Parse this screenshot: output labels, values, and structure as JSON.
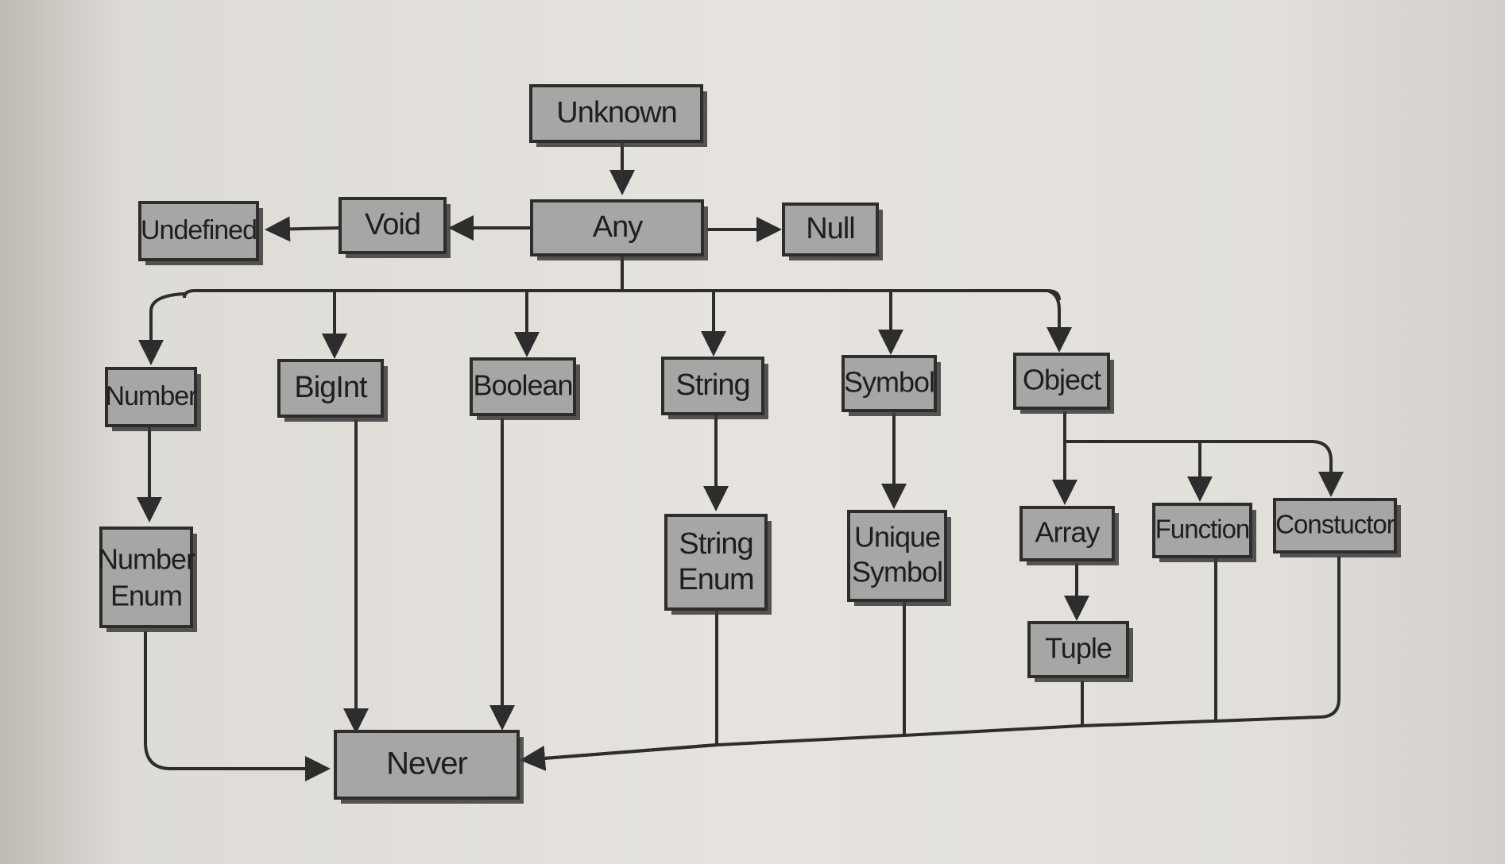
{
  "diagram": {
    "nodes": {
      "unknown": "Unknown",
      "any": "Any",
      "void": "Void",
      "undefined": "Undefined",
      "null": "Null",
      "number": "Number",
      "bigint": "BigInt",
      "boolean": "Boolean",
      "string": "String",
      "symbol": "Symbol",
      "object": "Object",
      "number_enum_1": "Number",
      "number_enum_2": "Enum",
      "string_enum_1": "String",
      "string_enum_2": "Enum",
      "unique_symbol_1": "Unique",
      "unique_symbol_2": "Symbol",
      "array": "Array",
      "function": "Function",
      "constructor": "Constuctor",
      "tuple": "Tuple",
      "never": "Never"
    },
    "colors": {
      "node_fill": "#a6a6a4",
      "stroke": "#2d2d2d",
      "background": "#e3e0db"
    }
  }
}
